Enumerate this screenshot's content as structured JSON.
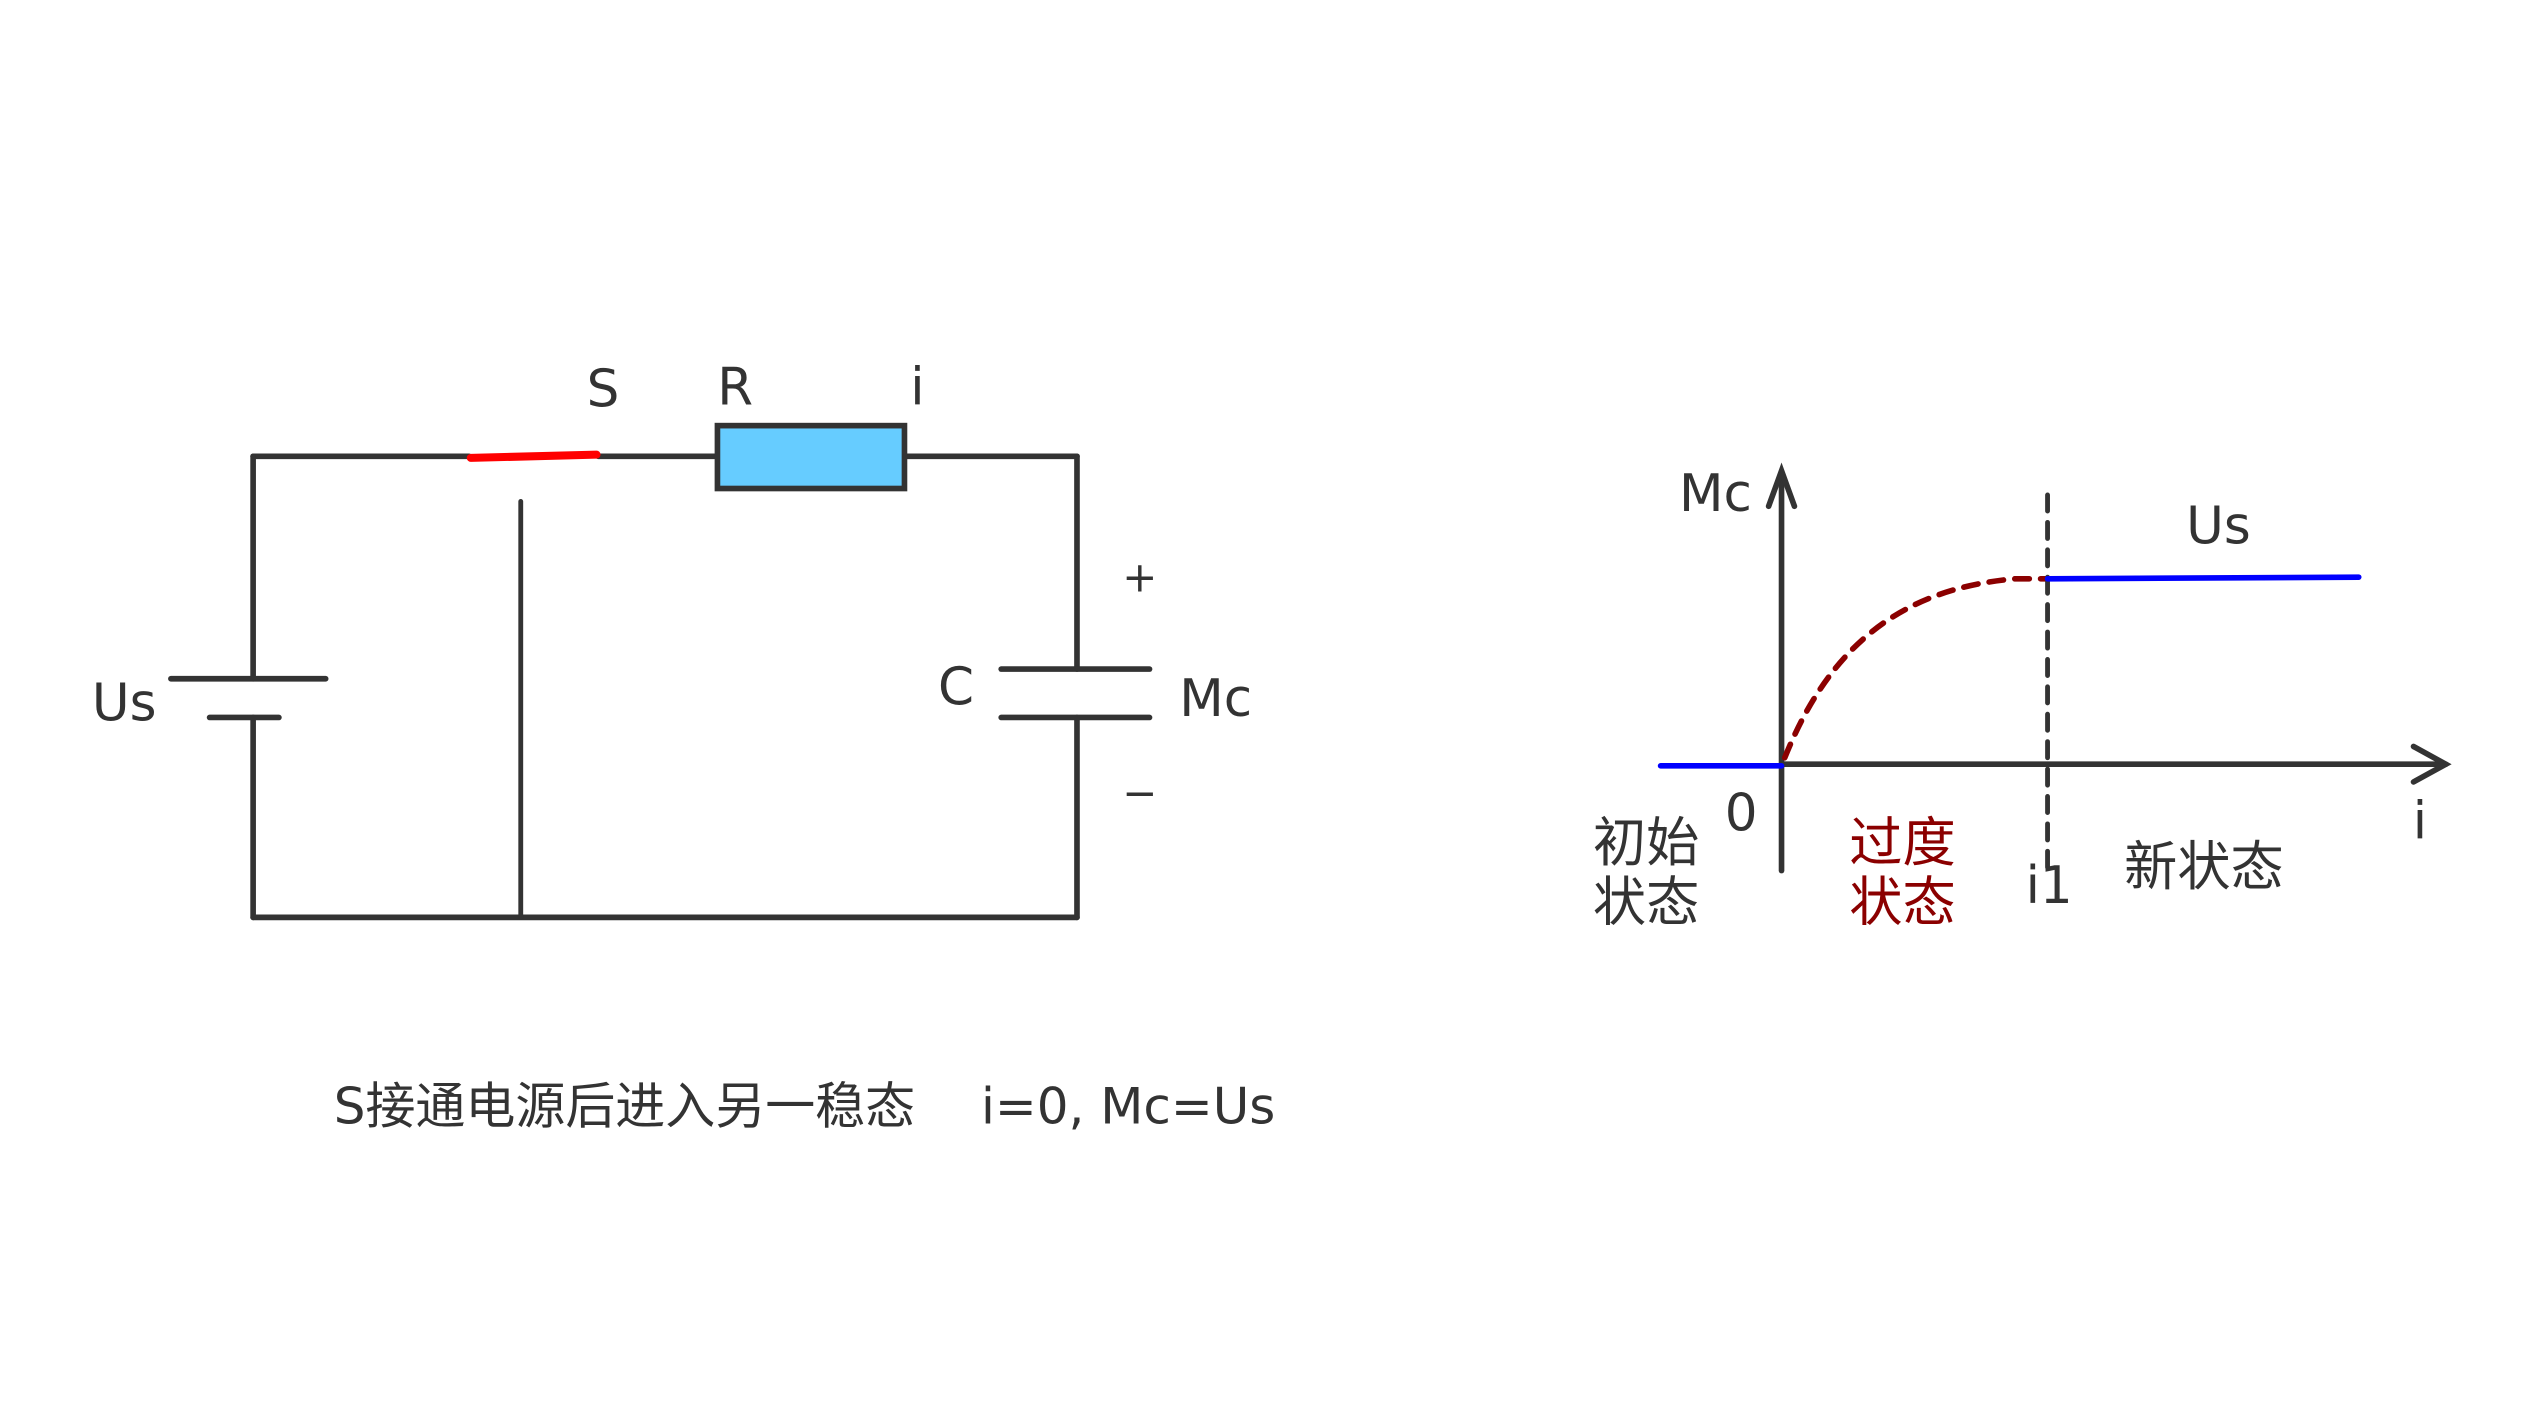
{
  "colors": {
    "wire": "#333333",
    "switch": "#ff0000",
    "resistor_fill": "#66ccff",
    "steady_line": "#0000ff",
    "transient_curve": "#8b0000",
    "transient_text": "#8b0000"
  },
  "circuit": {
    "switch_label": "S",
    "resistor_label": "R",
    "current_label": "i",
    "source_label": "Us",
    "capacitor_label": "C",
    "capacitor_voltage_label": "Mc",
    "plus_sign": "+",
    "minus_sign": "−"
  },
  "caption": "S接通电源后进入另一稳态　 i=0, Mc=Us",
  "graph": {
    "y_axis_label": "Mc",
    "x_axis_label": "i",
    "origin_label": "0",
    "i1_label": "i1",
    "steady_value_label": "Us",
    "initial_state_line1": "初始",
    "initial_state_line2": "状态",
    "transient_state_line1": "过度",
    "transient_state_line2": "状态",
    "new_state_label": "新状态"
  }
}
